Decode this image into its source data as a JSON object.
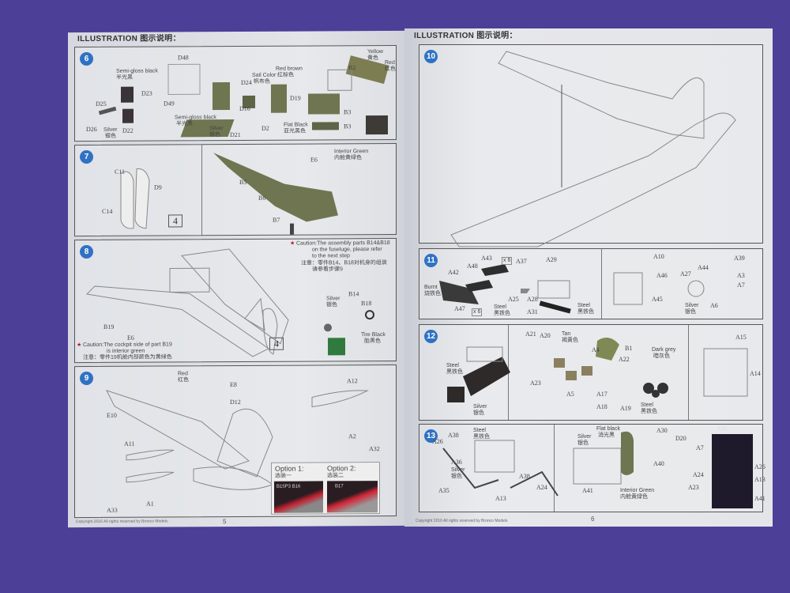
{
  "left_page": {
    "header": "ILLUSTRATION 图示说明：",
    "step6": {
      "num": "6",
      "labels": [
        "Semi-gloss black",
        "半光黑",
        "D48",
        "D23",
        "D49",
        "D25",
        "D26",
        "D22",
        "Silver",
        "银色",
        "Sail Color",
        "帆布色",
        "Red brown",
        "红棕色",
        "D24",
        "D19",
        "D16",
        "Semi-gloss black",
        "半光黑",
        "Silver",
        "银色",
        "D21",
        "D2",
        "Yellow",
        "黄色",
        "Red",
        "红色",
        "B2",
        "B3",
        "Flat Black",
        "亚光黑色",
        "B3"
      ]
    },
    "step7": {
      "num": "7",
      "labels": [
        "C11",
        "D9",
        "C14",
        "Interior Green",
        "内舱黄绿色",
        "E6",
        "B5",
        "B6",
        "B7"
      ],
      "ref_box": "4"
    },
    "step8": {
      "num": "8",
      "caution_top": [
        "Caution:The assembly parts B14&B18",
        "on the fuseluge, please refer",
        "to the next step",
        "注意：零件B14、B18对机身的组装",
        "请参看步骤9"
      ],
      "caution_bottom": [
        "Caution:The cockpit side of part B19",
        "is interior green",
        "注意：零件19机舱内部颜色为黄绿色"
      ],
      "labels": [
        "Silver",
        "银色",
        "B14",
        "B18",
        "Tire Black",
        "胎黑色",
        "B19",
        "E6"
      ],
      "ref_box": "4"
    },
    "step9": {
      "num": "9",
      "labels": [
        "Red",
        "红色",
        "E8",
        "D12",
        "E10",
        "A12",
        "A2",
        "A32",
        "A11",
        "A33",
        "A1"
      ],
      "option1": {
        "title": "Option 1:",
        "cn": "选装一",
        "parts": "B15P3  B16"
      },
      "option2": {
        "title": "Option 2:",
        "cn": "选装二",
        "parts": "B17"
      }
    },
    "footer": "Copyright 2016 All rights reserved by Bronco Models",
    "page_number": "5"
  },
  "right_page": {
    "header": "ILLUSTRATION 图示说明：",
    "step10": {
      "num": "10"
    },
    "step11": {
      "num": "11",
      "labels": [
        "A42",
        "A48",
        "A43",
        "x 6",
        "A37",
        "Burnt",
        "烧铁色",
        "A47",
        "x 6",
        "Steel",
        "黑铁色",
        "A25",
        "A29",
        "A28",
        "A31",
        "Steel",
        "黑铁色",
        "A10",
        "A46",
        "A45",
        "A39",
        "A27",
        "A44",
        "A3",
        "A7",
        "Silver",
        "银色",
        "A6"
      ]
    },
    "step12": {
      "num": "12",
      "labels": [
        "Steel",
        "黑铁色",
        "Silver",
        "银色",
        "A21",
        "A20",
        "Tan",
        "褐黄色",
        "A4",
        "B1",
        "A22",
        "Dark grey",
        "暗灰色",
        "A23",
        "A5",
        "A17",
        "A18",
        "A19",
        "Steel",
        "黑铁色",
        "A15",
        "A14"
      ]
    },
    "step13": {
      "num": "13",
      "labels": [
        "A26",
        "A38",
        "Steel",
        "黑铁色",
        "A36",
        "Silver",
        "银色",
        "A35",
        "A13",
        "A38",
        "A24",
        "Silver",
        "银色",
        "Flat black",
        "消光黑",
        "A41",
        "Interior Green",
        "内舱黄绿色",
        "A30",
        "D20",
        "A36",
        "A40",
        "A7",
        "A24",
        "A23",
        "A26",
        "A13",
        "A41"
      ]
    },
    "footer": "Copyright 2016 All rights reserved by Bronco Models",
    "page_number": "6"
  },
  "colors": {
    "background": "#4b3f98",
    "step_badge": "#2f72c4",
    "part_green": "#6f7550",
    "caution_star": "#b01c2c"
  }
}
